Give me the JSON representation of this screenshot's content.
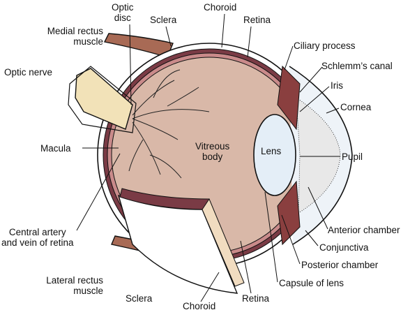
{
  "labels": {
    "optic_disc": [
      "Optic",
      "disc"
    ],
    "sclera_top": "Sclera",
    "choroid_top": "Choroid",
    "retina_top": "Retina",
    "medial_rectus": [
      "Medial rectus",
      "muscle"
    ],
    "optic_nerve": "Optic nerve",
    "ciliary_process": "Ciliary process",
    "schlemms_canal": "Schlemm’s canal",
    "iris": "Iris",
    "cornea": "Cornea",
    "macula": "Macula",
    "vitreous_body": [
      "Vitreous",
      "body"
    ],
    "lens": "Lens",
    "pupil": "Pupil",
    "central_artery": [
      "Central artery",
      "and vein of retina"
    ],
    "anterior_chamber": "Anterior chamber",
    "conjunctiva": "Conjunctiva",
    "posterior_chamber": "Posterior chamber",
    "lateral_rectus": [
      "Lateral rectus",
      "muscle"
    ],
    "sclera_bottom": "Sclera",
    "retina_bottom": "Retina",
    "capsule_of_lens": "Capsule of lens",
    "choroid_bottom": "Choroid"
  },
  "colors": {
    "vitreous": "#d9b8a8",
    "sclera": "#ffffff",
    "choroid": "#7a3b45",
    "retina": "#c98a8a",
    "muscle": "#a86a55",
    "lens": "#e4eef7",
    "nerve": "#f2e2b8",
    "outline": "#111111"
  }
}
